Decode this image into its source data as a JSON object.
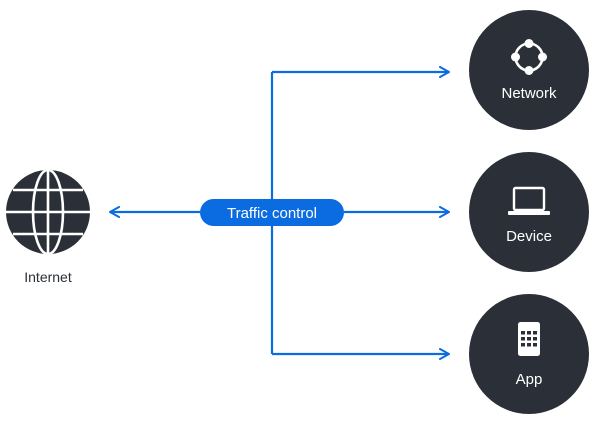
{
  "colors": {
    "accent": "#0a6ce0",
    "node_fill": "#2b3038",
    "node_text": "#ffffff",
    "internet_text": "#2b2f38",
    "background": "#ffffff"
  },
  "controller": {
    "label": "Traffic control"
  },
  "source": {
    "label": "Internet",
    "icon": "globe-icon"
  },
  "targets": [
    {
      "label": "Network",
      "icon": "network-nodes-icon"
    },
    {
      "label": "Device",
      "icon": "laptop-icon"
    },
    {
      "label": "App",
      "icon": "mobile-app-icon"
    }
  ]
}
